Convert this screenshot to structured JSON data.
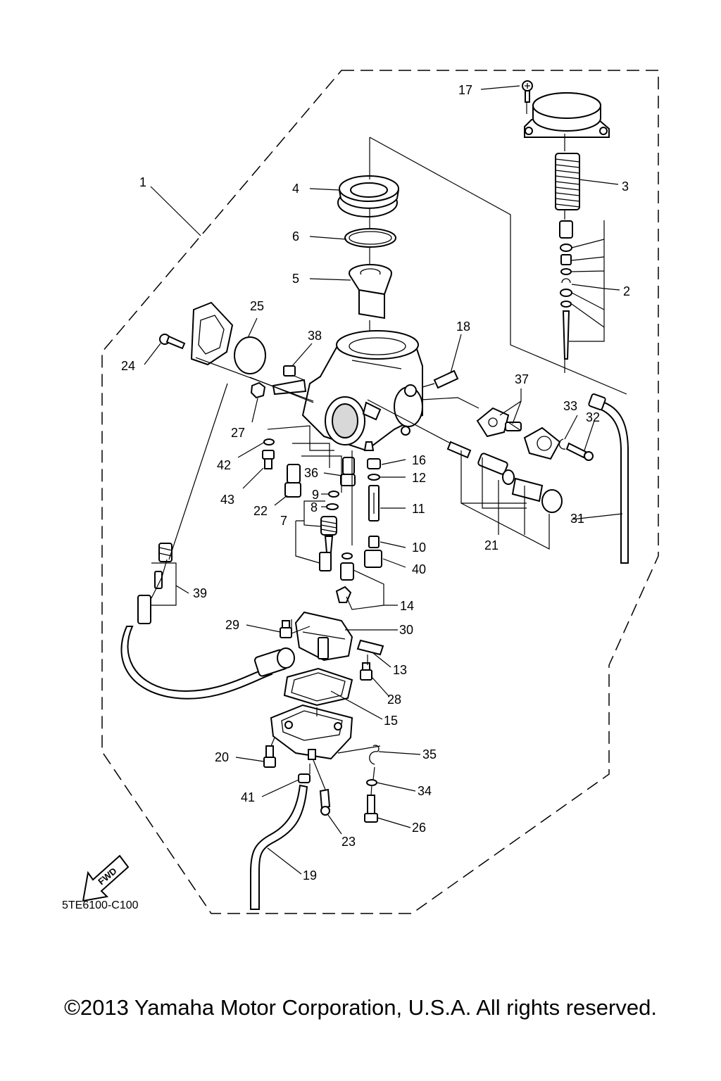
{
  "diagram": {
    "code": "5TE6100-C100",
    "fwd_label": "FWD",
    "copyright": "©2013 Yamaha Motor Corporation, U.S.A. All rights reserved.",
    "callouts": [
      "1",
      "2",
      "3",
      "4",
      "5",
      "6",
      "7",
      "8",
      "9",
      "10",
      "11",
      "12",
      "13",
      "14",
      "15",
      "16",
      "17",
      "18",
      "19",
      "20",
      "21",
      "22",
      "23",
      "24",
      "25",
      "26",
      "27",
      "28",
      "29",
      "30",
      "31",
      "32",
      "33",
      "34",
      "35",
      "36",
      "37",
      "38",
      "39",
      "40",
      "41",
      "42",
      "43"
    ]
  }
}
